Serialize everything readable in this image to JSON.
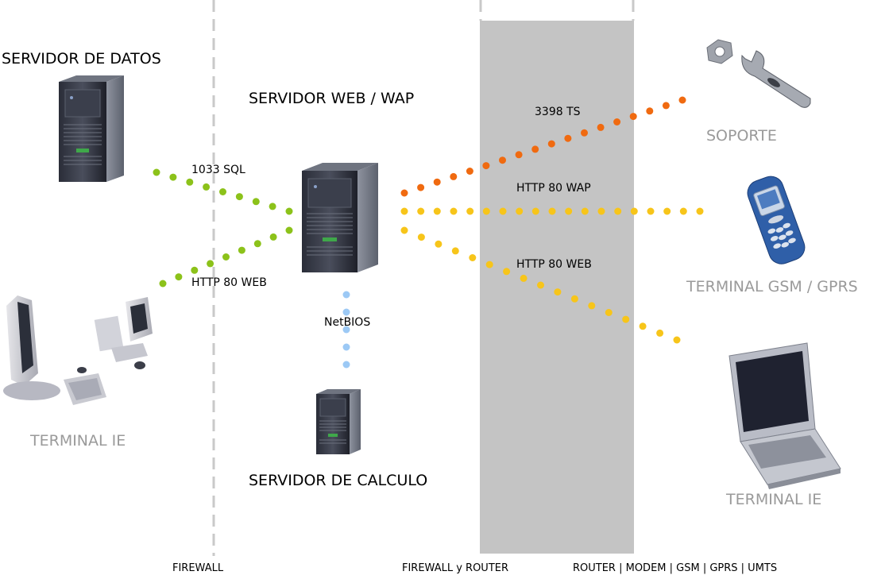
{
  "labels": {
    "servidor_datos": "SERVIDOR DE DATOS",
    "servidor_web": "SERVIDOR WEB / WAP",
    "servidor_calculo": "SERVIDOR DE CALCULO",
    "terminal_ie_left": "TERMINAL IE",
    "soporte": "SOPORTE",
    "terminal_gsm": "TERMINAL GSM / GPRS",
    "terminal_ie_right": "TERMINAL IE"
  },
  "connections": {
    "sql": "1033  SQL",
    "http_web_left": "HTTP 80 WEB",
    "netbios": "NetBIOS",
    "ts": "3398 TS",
    "http_wap": "HTTP 80 WAP",
    "http_web_right": "HTTP 80 WEB"
  },
  "zones": {
    "firewall": "FIREWALL",
    "firewall_router": "FIREWALL y ROUTER",
    "router_list": "ROUTER | MODEM | GSM | GPRS | UMTS"
  },
  "colors": {
    "green": "#8cc21a",
    "orange": "#f06a10",
    "yellow": "#f7c51a",
    "blue": "#9cc9f5",
    "dmz": "#c4c4c4",
    "dashed": "#c9c9c9"
  }
}
